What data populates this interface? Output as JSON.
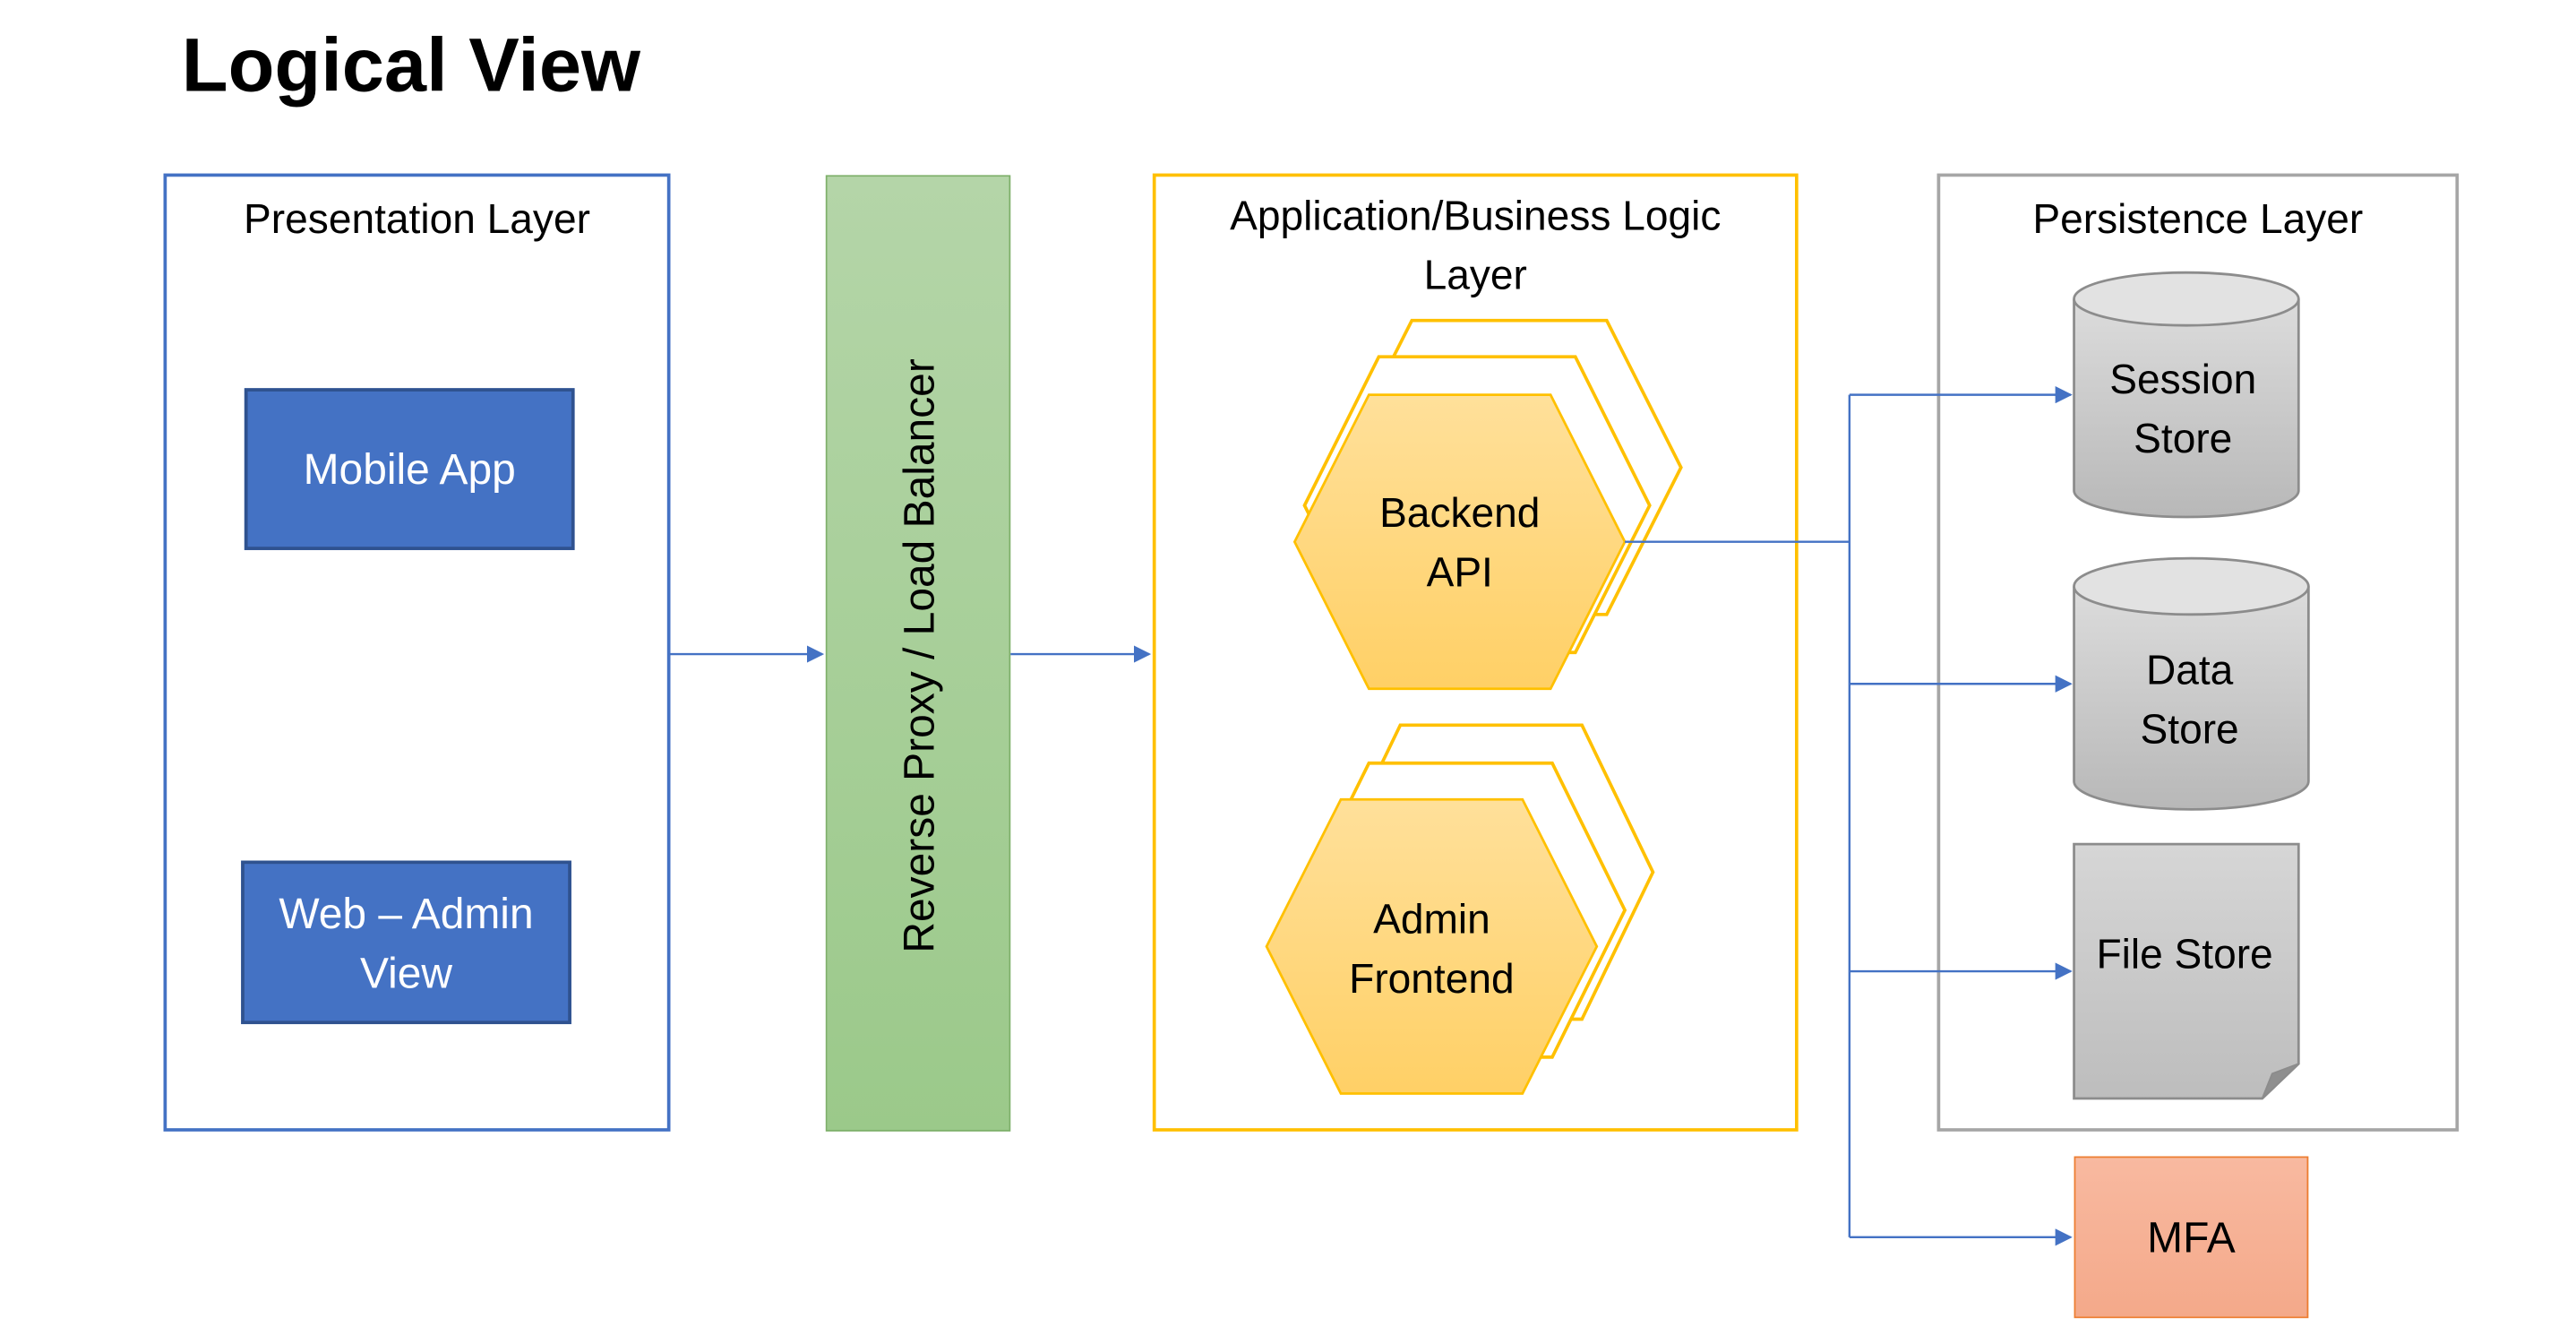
{
  "title": "Logical View",
  "layers": {
    "presentation": {
      "title": "Presentation Layer",
      "mobile_app": "Mobile App",
      "web_admin_line1": "Web – Admin",
      "web_admin_line2": "View"
    },
    "proxy": {
      "label": "Reverse Proxy / Load Balancer"
    },
    "application": {
      "title_line1": "Application/Business Logic",
      "title_line2": "Layer",
      "backend_line1": "Backend",
      "backend_line2": "API",
      "admin_line1": "Admin",
      "admin_line2": "Frontend"
    },
    "persistence": {
      "title": "Persistence Layer",
      "session_line1": "Session",
      "session_line2": "Store",
      "data_line1": "Data",
      "data_line2": "Store",
      "file_store": "File Store"
    },
    "external": {
      "mfa": "MFA"
    }
  },
  "colors": {
    "presentation_border": "#4472c4",
    "blue_box": "#4472c4",
    "proxy_fill": "#a9d18e",
    "application_border": "#ffc000",
    "hexagon_fill": "#ffd966",
    "persistence_border": "#a6a6a6",
    "storage_fill": "#c9c9c9",
    "mfa_fill": "#f4b183",
    "connector": "#4472c4"
  }
}
